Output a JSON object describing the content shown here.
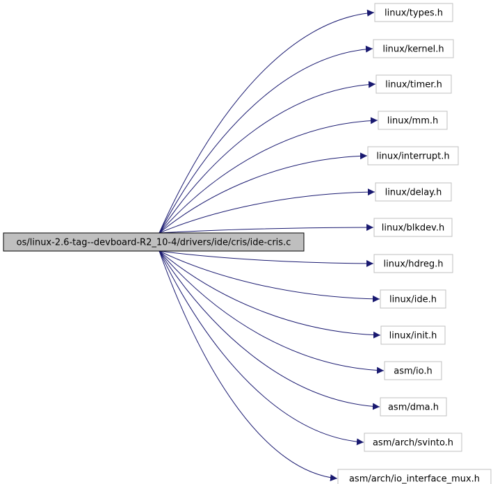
{
  "root": {
    "label": "os/linux-2.6-tag--devboard-R2_10-4/drivers/ide/cris/ide-cris.c"
  },
  "includes": [
    {
      "label": "linux/types.h"
    },
    {
      "label": "linux/kernel.h"
    },
    {
      "label": "linux/timer.h"
    },
    {
      "label": "linux/mm.h"
    },
    {
      "label": "linux/interrupt.h"
    },
    {
      "label": "linux/delay.h"
    },
    {
      "label": "linux/blkdev.h"
    },
    {
      "label": "linux/hdreg.h"
    },
    {
      "label": "linux/ide.h"
    },
    {
      "label": "linux/init.h"
    },
    {
      "label": "asm/io.h"
    },
    {
      "label": "asm/dma.h"
    },
    {
      "label": "asm/arch/svinto.h"
    },
    {
      "label": "asm/arch/io_interface_mux.h"
    }
  ],
  "colors": {
    "edge": "#191970",
    "node_border": "#bfbfbf",
    "root_fill": "#bfbfbf",
    "root_border": "#000000"
  }
}
